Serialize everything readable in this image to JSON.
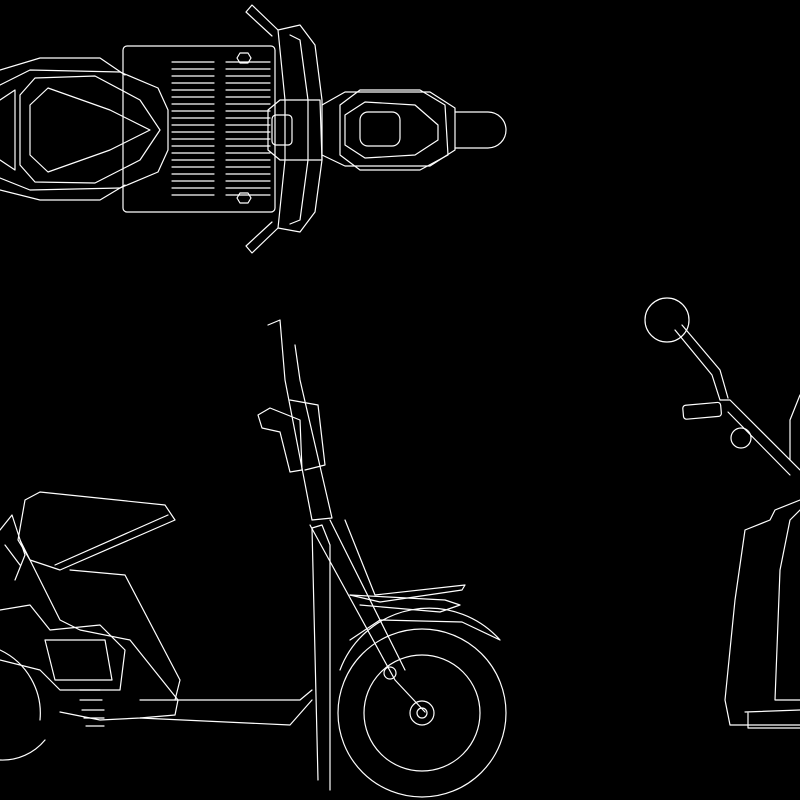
{
  "drawing": {
    "views": [
      "top-view",
      "side-view",
      "front-view"
    ],
    "background_color": "#000000",
    "line_color": "#ffffff"
  }
}
